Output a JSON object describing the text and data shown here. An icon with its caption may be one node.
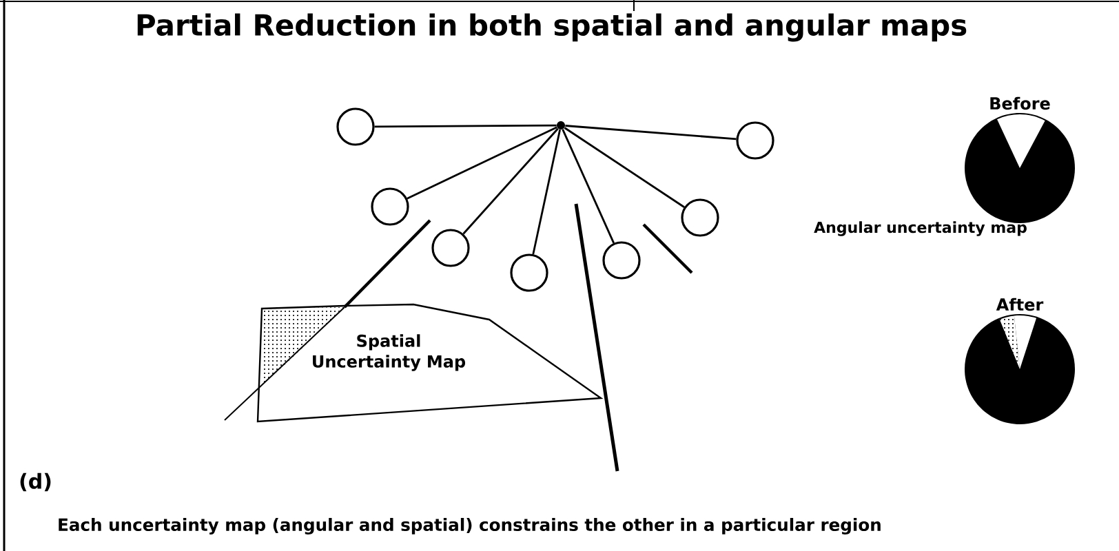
{
  "diagram": {
    "title": "Partial Reduction in both spatial and angular maps",
    "caption": "Each uncertainty map (angular and spatial) constrains the other in a particular region",
    "nodes": [
      {
        "text": [],
        "shape": "circle"
      },
      {
        "text": [],
        "shape": "circle"
      },
      {
        "text": [],
        "shape": "circle"
      },
      {
        "text": [],
        "shape": "circle"
      },
      {
        "text": [],
        "shape": "circle"
      },
      {
        "text": [],
        "shape": "circle"
      },
      {
        "text": [],
        "shape": "circle"
      },
      {
        "text": [],
        "shape": "circle"
      },
      {
        "text": [
          "Before"
        ]
      },
      {
        "text": [
          "Spatial Uncertainty Map"
        ]
      },
      {
        "text": [
          "After"
        ]
      }
    ],
    "edges": [
      {
        "from": 0,
        "to": 1,
        "arrow": "none"
      },
      {
        "from": 0,
        "to": 2,
        "arrow": "none"
      },
      {
        "from": 0,
        "to": 3,
        "arrow": "none"
      },
      {
        "from": 0,
        "to": 4,
        "arrow": "none"
      },
      {
        "from": 0,
        "to": 5,
        "arrow": "none"
      },
      {
        "from": 0,
        "to": 6,
        "arrow": "none"
      },
      {
        "from": 0,
        "to": 7,
        "arrow": "none"
      }
    ],
    "labels": [
      "Angular uncertainty map",
      "(d)"
    ]
  }
}
